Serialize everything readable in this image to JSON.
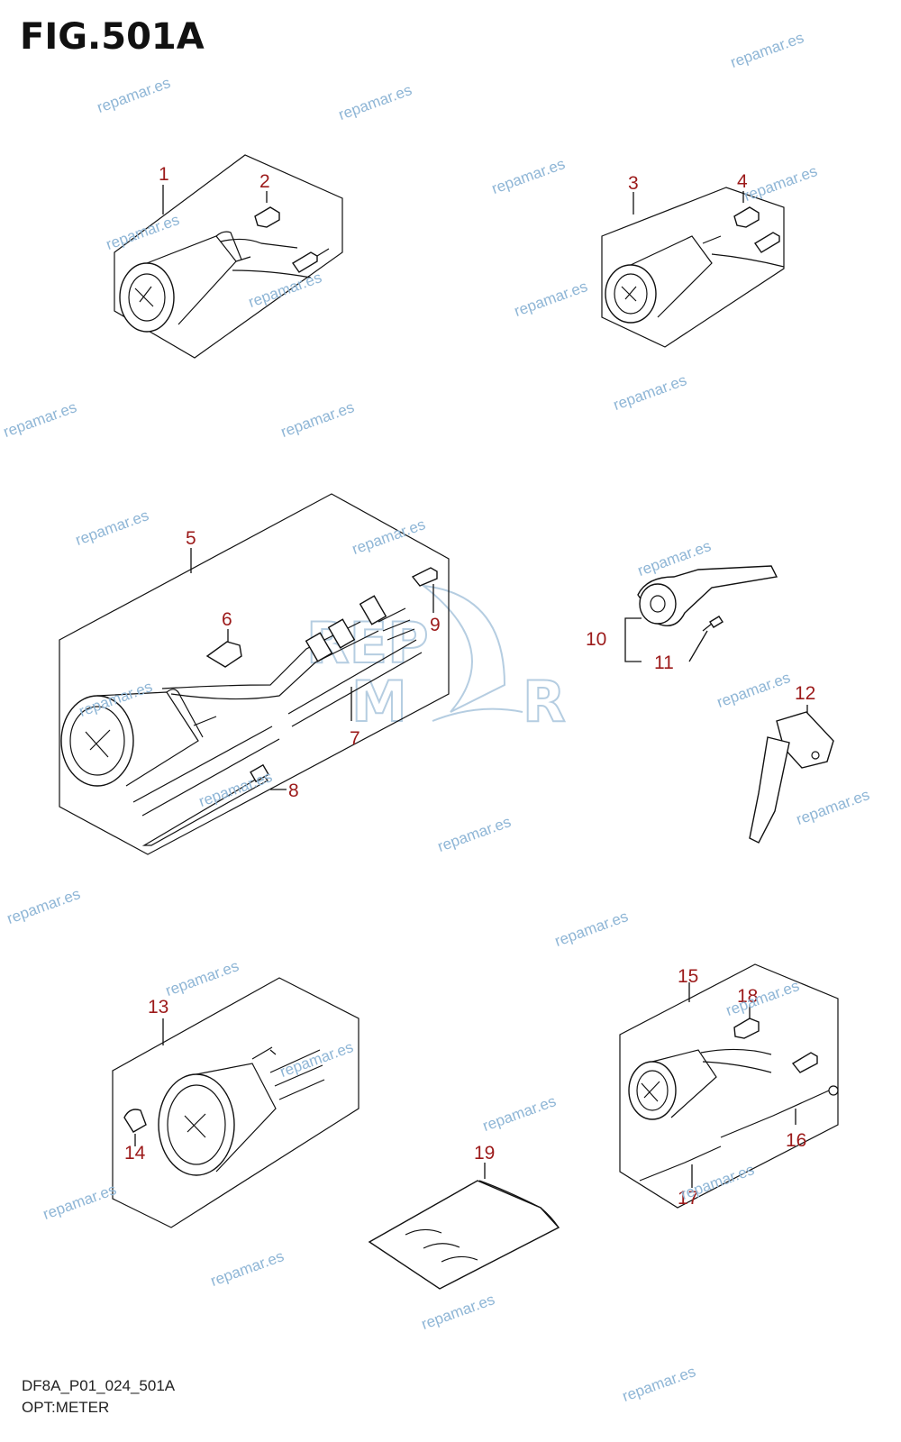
{
  "figure_title": "FIG.501A",
  "footer": {
    "model_code": "DF8A_P01_024_501A",
    "section": "OPT:METER"
  },
  "watermark_text": "repamar.es",
  "watermark_logo": "REPAMAR",
  "callouts": {
    "c1": "1",
    "c2": "2",
    "c3": "3",
    "c4": "4",
    "c5": "5",
    "c6": "6",
    "c7": "7",
    "c8": "8",
    "c9": "9",
    "c10": "10",
    "c11": "11",
    "c12": "12",
    "c13": "13",
    "c14": "14",
    "c15": "15",
    "c16": "16",
    "c17": "17",
    "c18": "18",
    "c19": "19"
  },
  "colors": {
    "callout": "#9c1a1a",
    "line": "#111111",
    "watermark": "#8fb6d6"
  }
}
